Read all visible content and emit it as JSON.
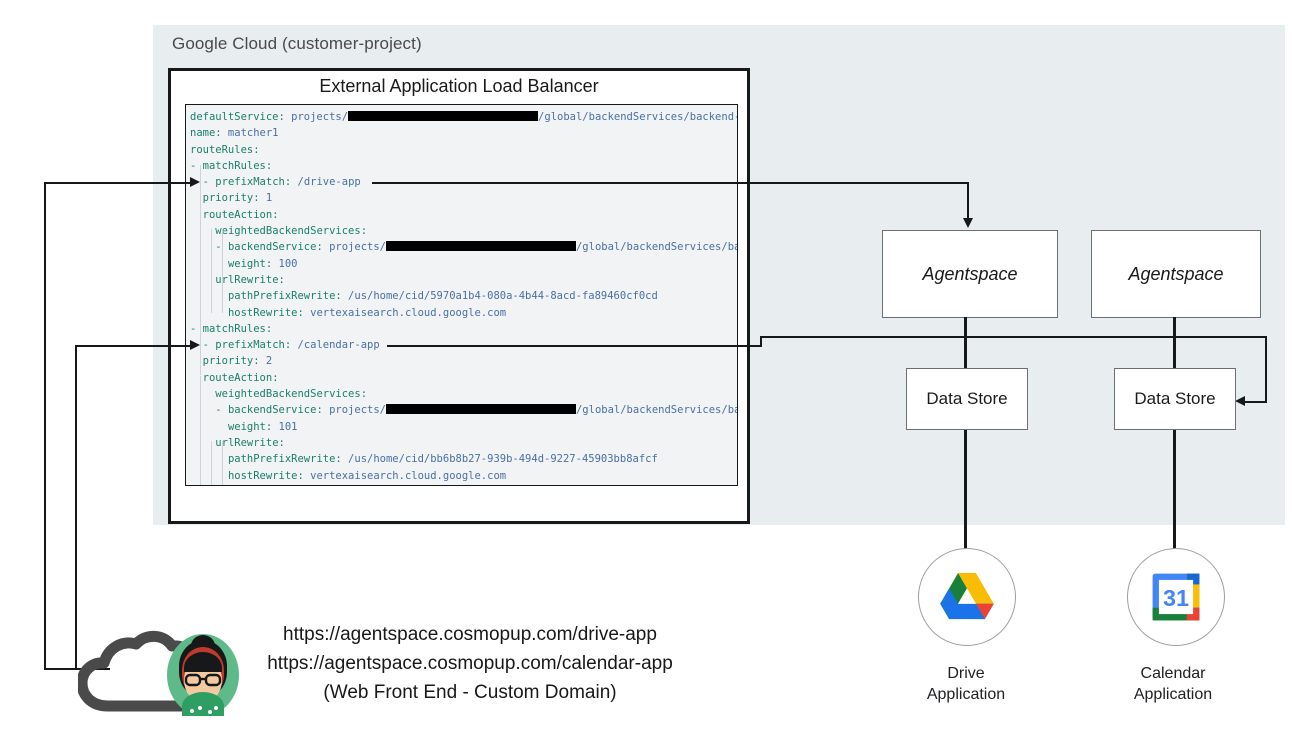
{
  "panel": {
    "label": "Google Cloud (customer-project)"
  },
  "load_balancer": {
    "title": "External Application Load Balancer",
    "code_lines": [
      {
        "indent": 0,
        "key": "defaultService:",
        "value": " projects/",
        "redacted": true,
        "value2": "/global/backendServices/backend-svc"
      },
      {
        "indent": 0,
        "key": "name:",
        "value": " matcher1"
      },
      {
        "indent": 0,
        "key": "routeRules:",
        "value": ""
      },
      {
        "indent": 0,
        "key": "- matchRules:",
        "value": ""
      },
      {
        "indent": 1,
        "key": "- prefixMatch:",
        "value": " /drive-app"
      },
      {
        "indent": 1,
        "key": "priority:",
        "value": " 1"
      },
      {
        "indent": 1,
        "key": "routeAction:",
        "value": ""
      },
      {
        "indent": 2,
        "key": "weightedBackendServices:",
        "value": ""
      },
      {
        "indent": 2,
        "key": "- backendService:",
        "value": " projects/",
        "redacted": true,
        "value2": "/global/backendServices/backend-svc"
      },
      {
        "indent": 3,
        "key": "weight:",
        "value": " 100"
      },
      {
        "indent": 2,
        "key": "urlRewrite:",
        "value": ""
      },
      {
        "indent": 3,
        "key": "pathPrefixRewrite:",
        "value": " /us/home/cid/5970a1b4-080a-4b44-8acd-fa89460cf0cd"
      },
      {
        "indent": 3,
        "key": "hostRewrite:",
        "value": " vertexaisearch.cloud.google.com"
      },
      {
        "indent": 0,
        "key": "- matchRules:",
        "value": ""
      },
      {
        "indent": 1,
        "key": "- prefixMatch:",
        "value": " /calendar-app"
      },
      {
        "indent": 1,
        "key": "priority:",
        "value": " 2"
      },
      {
        "indent": 1,
        "key": "routeAction:",
        "value": ""
      },
      {
        "indent": 2,
        "key": "weightedBackendServices:",
        "value": ""
      },
      {
        "indent": 2,
        "key": "- backendService:",
        "value": " projects/",
        "redacted": true,
        "value2": "/global/backendServices/backend-svc"
      },
      {
        "indent": 3,
        "key": "weight:",
        "value": " 101"
      },
      {
        "indent": 2,
        "key": "urlRewrite:",
        "value": ""
      },
      {
        "indent": 3,
        "key": "pathPrefixRewrite:",
        "value": " /us/home/cid/bb6b8b27-939b-494d-9227-45903bb8afcf"
      },
      {
        "indent": 3,
        "key": "hostRewrite:",
        "value": " vertexaisearch.cloud.google.com"
      }
    ],
    "colors": {
      "key": "#1a7f6b",
      "value": "#4a6fa5",
      "background": "#f1f3f4",
      "border": "#17181a"
    }
  },
  "nodes": {
    "agentspace_drive": "Agentspace",
    "agentspace_calendar": "Agentspace",
    "datastore_drive": "Data Store",
    "datastore_calendar": "Data Store"
  },
  "applications": [
    {
      "icon": "google-drive-icon",
      "caption_line1": "Drive",
      "caption_line2": "Application"
    },
    {
      "icon": "google-calendar-icon",
      "caption_line1": "Calendar",
      "caption_line2": "Application",
      "day_number": "31"
    }
  ],
  "front_end": {
    "url_drive": "https://agentspace.cosmopup.com/drive-app",
    "url_calendar": "https://agentspace.cosmopup.com/calendar-app",
    "note": "(Web Front End - Custom Domain)",
    "actor_icon": "cloud-user-icon"
  },
  "colors": {
    "panel_bg": "#e8edf0",
    "box_border": "#6b7076",
    "line": "#17181a",
    "drive_blue": "#1a73e8",
    "drive_green": "#188038",
    "drive_yellow": "#fbbc04",
    "drive_red": "#ea4335",
    "person_bg": "#5fba8a"
  }
}
